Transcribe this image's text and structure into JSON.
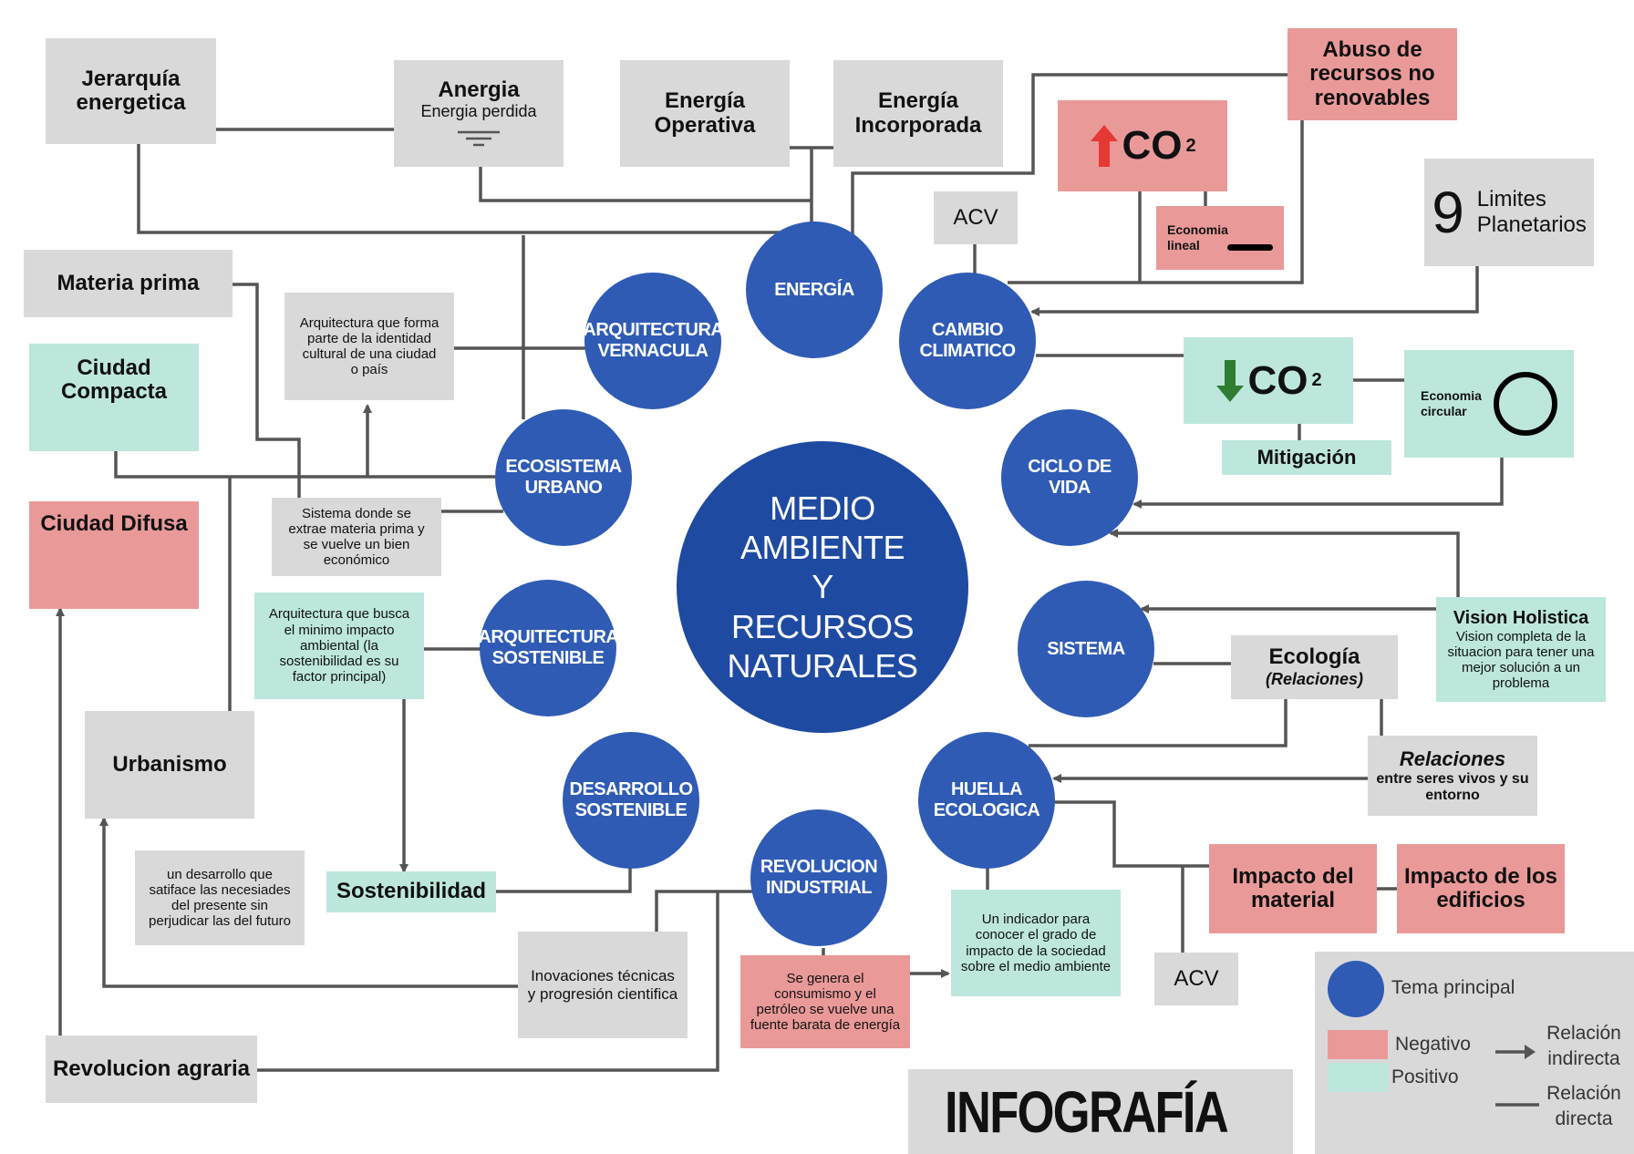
{
  "center": {
    "line1": "MEDIO",
    "line2": "AMBIENTE",
    "line3": "Y",
    "line4": "RECURSOS",
    "line5": "NATURALES"
  },
  "topics": {
    "energia": "ENERGÍA",
    "cambio_climatico": "CAMBIO CLIMATICO",
    "ciclo_de_vida": "CICLO DE VIDA",
    "sistema": "SISTEMA",
    "huella_ecologica": "HUELLA ECOLOGICA",
    "revolucion_industrial": "REVOLUCION INDUSTRIAL",
    "desarrollo_sostenible": "DESARROLLO SOSTENIBLE",
    "arquitectura_sostenible": "ARQUITECTURA SOSTENIBLE",
    "ecosistema_urbano": "ECOSISTEMA URBANO",
    "arquitectura_vernacula": "ARQUITECTURA VERNACULA"
  },
  "boxes": {
    "jerarquia": "Jerarquía energetica",
    "anergia_title": "Anergia",
    "anergia_sub": "Energia perdida",
    "energia_operativa": "Energía Operativa",
    "energia_incorporada": "Energía Incorporada",
    "abuso": "Abuso de recursos no renovables",
    "co2_up": "CO",
    "co2_up_sub": "2",
    "economia_lineal": "Economia lineal",
    "acv_top": "ACV",
    "limites_number": "9",
    "limites_text": "Limites Planetarios",
    "co2_down": "CO",
    "co2_down_sub": "2",
    "economia_circular": "Economia circular",
    "mitigacion": "Mitigación",
    "vision_title": "Vision Holistica",
    "vision_text": "Vision completa de la situacion para tener una mejor solución a un problema",
    "ecologia_title": "Ecología",
    "ecologia_sub": "(Relaciones)",
    "relaciones_title": "Relaciones",
    "relaciones_text": "entre seres vivos y su entorno",
    "impacto_material": "Impacto del material",
    "impacto_edificios": "Impacto de los edificios",
    "acv_bottom": "ACV",
    "indicador": "Un indicador para conocer el grado de impacto de la sociedad sobre el medio ambiente",
    "consumismo": "Se genera el consumismo y el petróleo se vuelve una fuente barata de energía",
    "inovaciones": "Inovaciones técnicas y progresión cientifica",
    "revolucion_agraria": "Revolucion agraria",
    "sostenibilidad": "Sostenibilidad",
    "desarrollo_def": "un desarrollo que satiface las necesiades del presente sin perjudicar las del futuro",
    "urbanismo": "Urbanismo",
    "arq_sost_def": "Arquitectura que busca el minimo impacto ambiental (la sostenibilidad es su factor principal)",
    "ciudad_difusa": "Ciudad Difusa",
    "ciudad_compacta": "Ciudad Compacta",
    "sistema_def": "Sistema donde se extrae materia prima y se vuelve un bien económico",
    "materia_prima": "Materia prima",
    "arq_vern_def": "Arquitectura que forma parte de la identidad cultural de una ciudad o país"
  },
  "title": "INFOGRAFÍA",
  "legend": {
    "tema": "Tema principal",
    "negativo": "Negativo",
    "positivo": "Positivo",
    "indirecta": "Relación indirecta",
    "directa": "Relación directa"
  },
  "colors": {
    "topic": "#2f5bb5",
    "center": "#1f4aa1",
    "negative": "#ea9999",
    "positive": "#bde7dc",
    "neutral": "#d9d9d9",
    "connector": "#555555",
    "arrow_up": "#e53935",
    "arrow_down": "#2e7d32"
  }
}
